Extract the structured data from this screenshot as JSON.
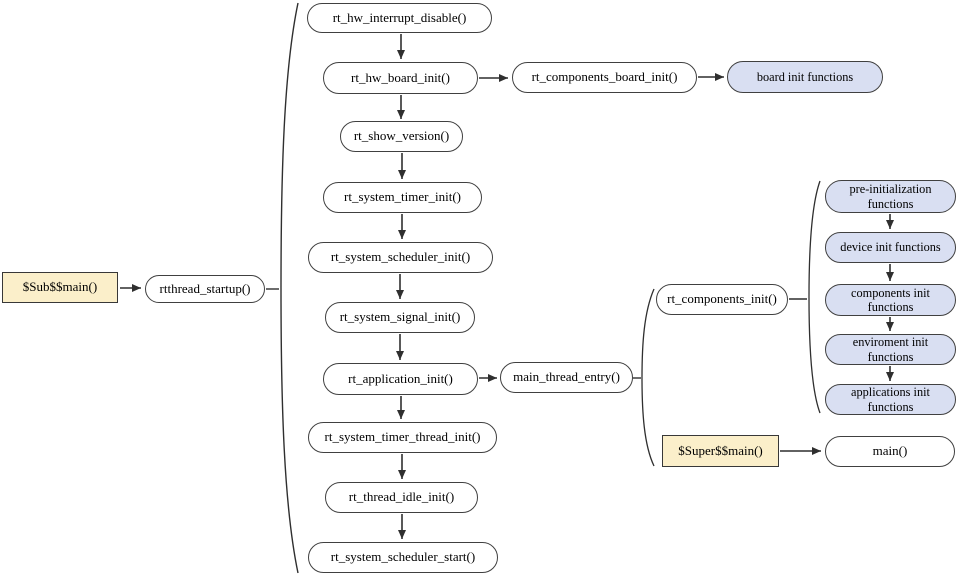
{
  "diagram_title": "",
  "colors": {
    "background": "#ffffff",
    "pill_fill": "#ffffff",
    "blue_pill_fill": "#d9dff2",
    "tan_box_fill": "#fbefca",
    "border": "#404040",
    "arrow": "#2f2f2f"
  },
  "nodes": {
    "sub_main": "$Sub$$main()",
    "rtthread_startup": "rtthread_startup()",
    "rt_hw_interrupt_disable": "rt_hw_interrupt_disable()",
    "rt_hw_board_init": "rt_hw_board_init()",
    "rt_components_board_init": "rt_components_board_init()",
    "board_init_functions": "board init functions",
    "rt_show_version": "rt_show_version()",
    "rt_system_timer_init": "rt_system_timer_init()",
    "rt_system_scheduler_init": "rt_system_scheduler_init()",
    "rt_system_signal_init": "rt_system_signal_init()",
    "rt_application_init": "rt_application_init()",
    "main_thread_entry": "main_thread_entry()",
    "rt_components_init": "rt_components_init()",
    "pre_initialization_functions": "pre-initialization functions",
    "device_init_functions": "device init functions",
    "components_init_functions": "components init functions",
    "environment_init_functions": "enviroment init functions",
    "applications_init_functions": "applications init functions",
    "rt_system_timer_thread_init": "rt_system_timer_thread_init()",
    "rt_thread_idle_init": "rt_thread_idle_init()",
    "rt_system_scheduler_start": "rt_system_scheduler_start()",
    "super_main": "$Super$$main()",
    "main_fn": "main()"
  }
}
